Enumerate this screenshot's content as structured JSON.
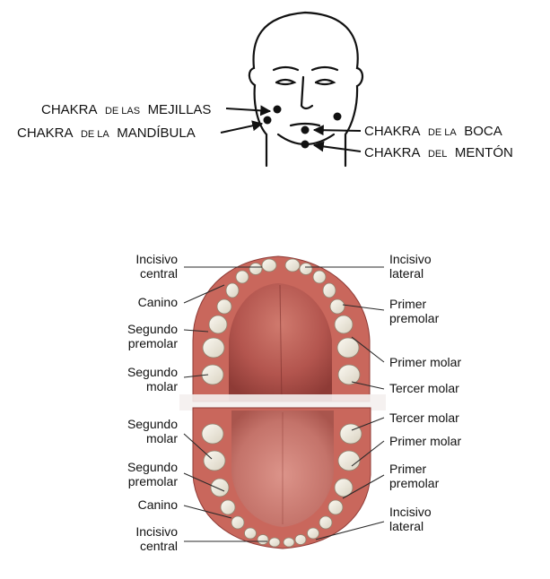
{
  "face_diagram": {
    "labels": {
      "cheeks": {
        "big1": "CHAKRA",
        "small": "DE LAS",
        "big2": "MEJILLAS"
      },
      "jaw": {
        "big1": "CHAKRA",
        "small": "DE LA",
        "big2": "MANDÍBULA"
      },
      "mouth": {
        "big1": "CHAKRA",
        "small": "DE LA",
        "big2": "BOCA"
      },
      "chin": {
        "big1": "CHAKRA",
        "small": "DEL",
        "big2": "MENTÓN"
      }
    }
  },
  "teeth_diagram": {
    "upper_left": {
      "incisivo_central": [
        "Incisivo",
        "central"
      ],
      "canino": "Canino",
      "segundo_premolar": [
        "Segundo",
        "premolar"
      ],
      "segundo_molar": [
        "Segundo",
        "molar"
      ]
    },
    "upper_right": {
      "incisivo_lateral": [
        "Incisivo",
        "lateral"
      ],
      "primer_premolar": [
        "Primer",
        "premolar"
      ],
      "primer_molar": "Primer molar",
      "tercer_molar": "Tercer molar"
    },
    "lower_left": {
      "segundo_molar": [
        "Segundo",
        "molar"
      ],
      "segundo_premolar": [
        "Segundo",
        "premolar"
      ],
      "canino": "Canino",
      "incisivo_central": [
        "Incisivo",
        "central"
      ]
    },
    "lower_right": {
      "tercer_molar": "Tercer molar",
      "primer_molar": "Primer molar",
      "primer_premolar": [
        "Primer",
        "premolar"
      ],
      "incisivo_lateral": [
        "Incisivo",
        "lateral"
      ]
    }
  },
  "colors": {
    "palate": "#b3554e",
    "gum": "#c9675c",
    "tongue": "#c4736a",
    "tooth": "#f1ede2"
  }
}
